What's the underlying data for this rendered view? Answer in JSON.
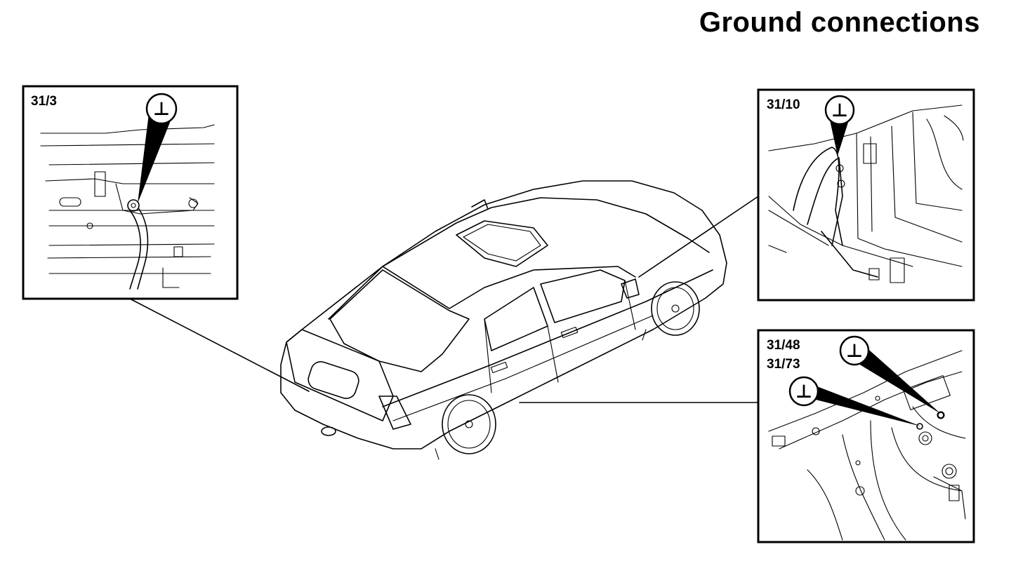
{
  "title": "Ground connections",
  "panels": {
    "left": {
      "label": "31/3"
    },
    "top_right": {
      "label": "31/10"
    },
    "bottom_right": {
      "label_a": "31/48",
      "label_b": "31/73"
    }
  },
  "ground_symbol": "⊥"
}
